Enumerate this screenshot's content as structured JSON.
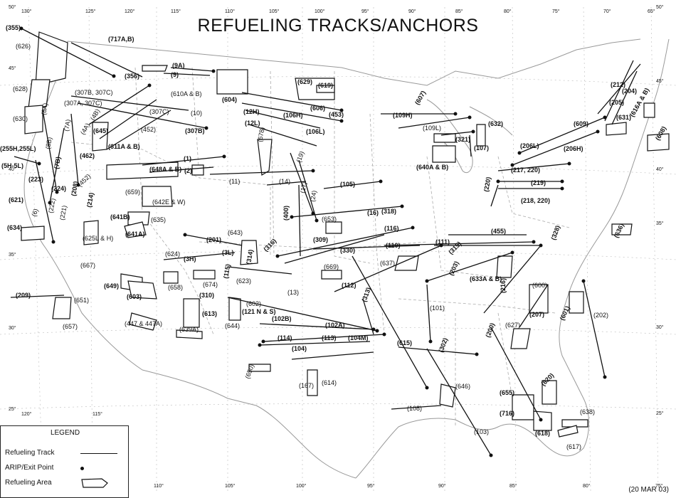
{
  "title": "REFUELING TRACKS/ANCHORS",
  "date_label": "(20 MAR 03)",
  "legend": {
    "title": "LEGEND",
    "track": "Refueling Track",
    "point": "ARIP/Exit Point",
    "area": "Refueling Area"
  },
  "lon_top": [
    "130°",
    "125°",
    "120°",
    "115°",
    "110°",
    "105°",
    "100°",
    "95°",
    "90°",
    "85°",
    "80°",
    "75°",
    "70°",
    "65°"
  ],
  "lon_bottom": [
    "120°",
    "115°",
    "110°",
    "105°",
    "100°",
    "95°",
    "90°",
    "85°",
    "80°",
    "75°"
  ],
  "lat_left": [
    "50°",
    "45°",
    "40°",
    "35°",
    "30°",
    "25°"
  ],
  "lat_right": [
    "50°",
    "45°",
    "40°",
    "35°",
    "30°",
    "25°"
  ],
  "track_labels": [
    "(355)",
    "(717A,B)",
    "(9A)",
    "(9)",
    "(356)",
    "(307B, 307C)",
    "(610A & B)",
    "(307A, 307C)",
    "(10)",
    "(307C)",
    "(604)",
    "(629)",
    "(619)",
    "(606)",
    "(453)",
    "(12H)",
    "(106H)",
    "(12L)",
    "(106L)",
    "(8A)",
    "(8B)",
    "(7A)",
    "(4A)",
    "(4B)",
    "(452)",
    "(645)",
    "(307B)",
    "(462)",
    "(611A & B)",
    "(1)",
    "(2)",
    "(648A & B)",
    "(678)",
    "(19)",
    "(11)",
    "(14)",
    "(17)",
    "(24)",
    "(105)",
    "(255H,255L)",
    "(5H-5L)",
    "(223)",
    "(7B)",
    "(224)",
    "(208)",
    "(214)",
    "(452)",
    "(659)",
    "(642E & W)",
    "(6)",
    "(222)",
    "(221)",
    "(641B)",
    "(635)",
    "(641A)",
    "(625L & H)",
    "(318)",
    "(16)",
    "(653)",
    "(400)",
    "(201)",
    "(643)",
    "(309)",
    "(116)",
    "(330)",
    "(110)",
    "(3L)",
    "(3H)",
    "(624)",
    "(314)",
    "(316)",
    "(315)",
    "(669)",
    "(637)",
    "(112)",
    "(667)",
    "(674)",
    "(115)",
    "(623)",
    "(658)",
    "(310)",
    "(603)",
    "(649)",
    "(602)",
    "(121 N & S)",
    "(13)",
    "(613)",
    "(644)",
    "(102B)",
    "(102A)",
    "(447 & 447A)",
    "(639A)",
    "(114)",
    "(113)",
    "(104)",
    "(104M)",
    "(313)",
    "(111)",
    "(455)",
    "(609)",
    "(206L)",
    "(206H)",
    "(217, 220)",
    "(219)",
    "(218, 220)",
    "(220)",
    "(631)",
    "(205)",
    "(212)",
    "(204)",
    "(616A & B)",
    "(608)",
    "(607)",
    "(109H)",
    "(109L)",
    "(321)",
    "(632)",
    "(107)",
    "(640A & B)",
    "(621)",
    "(634)",
    "(626)",
    "(628)",
    "(630)",
    "(209)",
    "(651)",
    "(657)",
    "(650)",
    "(167)",
    "(614)",
    "(615)",
    "(302)",
    "(646)",
    "(101)",
    "(216)",
    "(203)",
    "(633A & B)",
    "(600)",
    "(207)",
    "(627)",
    "(601)",
    "(202)",
    "(200)",
    "(328)",
    "(636)",
    "(620)",
    "(655)",
    "(716)",
    "(618)",
    "(638)",
    "(617)",
    "(108)",
    "(103)"
  ]
}
